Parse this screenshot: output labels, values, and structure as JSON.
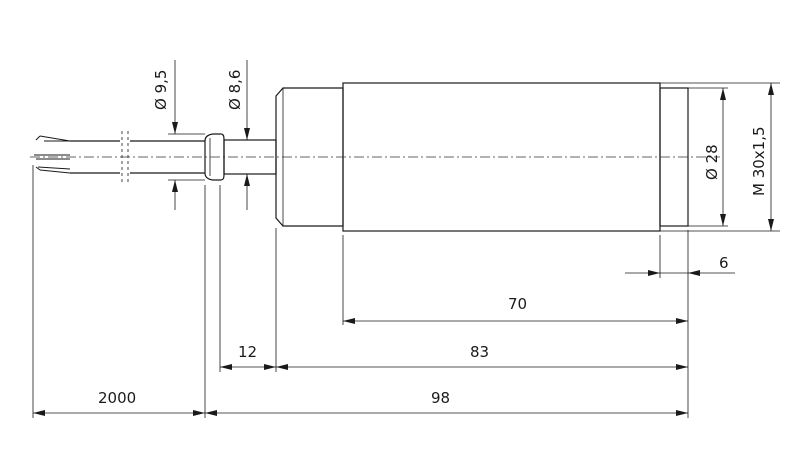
{
  "colors": {
    "line": "#1a1a1a",
    "background": "#ffffff"
  },
  "dimensions": {
    "cable_diameter": "Ø 9,5",
    "neck_diameter": "Ø 8,6",
    "sensor_diameter": "Ø 28",
    "thread": "M 30x1,5",
    "thread_length": "6",
    "body_length": "70",
    "nut_offset": "12",
    "housing_length": "83",
    "overall_length": "98",
    "cable_length": "2000"
  }
}
